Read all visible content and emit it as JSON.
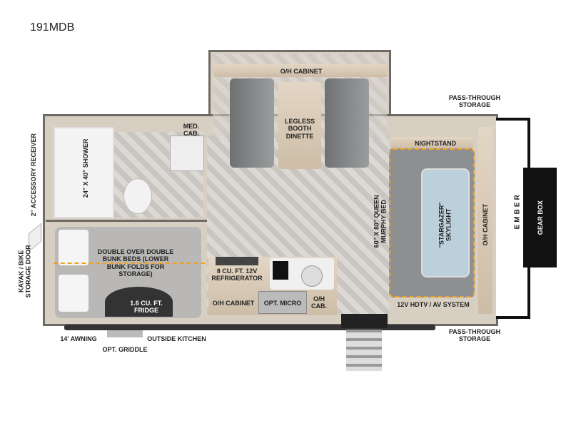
{
  "title": "191MDB",
  "labels": {
    "oh_cabinet_top": "O/H CABINET",
    "dinette": "LEGLESS BOOTH DINETTE",
    "pass_through_top": "PASS-THROUGH STORAGE",
    "pass_through_bottom": "PASS-THROUGH STORAGE",
    "med_cab": "MED. CAB.",
    "shower": "24\" X 40\" SHOWER",
    "accessory_receiver": "2\" ACCESSORY RECEIVER",
    "kayak_door": "KAYAK / BIKE STORAGE DOOR",
    "bunks": "DOUBLE OVER DOUBLE BUNK BEDS (LOWER BUNK FOLDS FOR STORAGE)",
    "fridge_small": "1.6 CU. FT. FRIDGE",
    "refrigerator": "8 CU. FT. 12V REFRIGERATOR",
    "oh_cabinet_kitchen": "O/H CABINET",
    "micro": "OPT. MICRO",
    "oh_cab_small": "O/H CAB.",
    "murphy_bed": "60\" X 80\" QUEEN MURPHY BED",
    "nightstand": "NIGHTSTAND",
    "skylight": "\"STARGAZER\" SKYLIGHT",
    "oh_cabinet_right": "O/H CABINET",
    "hdtv": "12V HDTV / AV SYSTEM",
    "gear_box": "GEAR BOX",
    "awning": "14' AWNING",
    "outside_kitchen": "OUTSIDE KITCHEN",
    "griddle": "OPT. GRIDDLE"
  },
  "logo": "EMBER",
  "colors": {
    "accent": "#f0a020",
    "wall": "#6e6a66",
    "cap": "#111111"
  }
}
